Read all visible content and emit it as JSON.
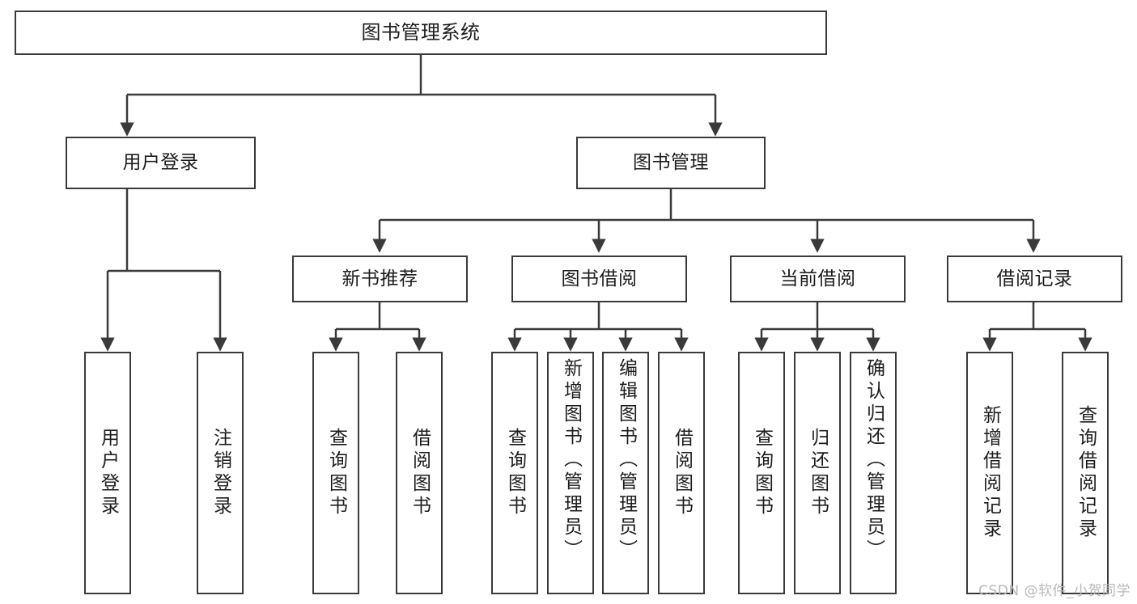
{
  "diagram": {
    "title": "图书管理系统",
    "watermark": "CSDN @软件_小贺同学",
    "stroke_color": "#3a3a3a",
    "background_color": "#ffffff",
    "text_color": "#1d1d1d",
    "nodes": {
      "root": {
        "label": "图书管理系统"
      },
      "level1": [
        {
          "label": "用户登录"
        },
        {
          "label": "图书管理"
        }
      ],
      "level2": [
        {
          "label": "新书推荐"
        },
        {
          "label": "图书借阅"
        },
        {
          "label": "当前借阅"
        },
        {
          "label": "借阅记录"
        }
      ],
      "leaves": {
        "user_login": [
          {
            "label": "用户登录"
          },
          {
            "label": "注销登录"
          }
        ],
        "new_book_recommend": [
          {
            "label": "查询图书"
          },
          {
            "label": "借阅图书"
          }
        ],
        "book_borrow": [
          {
            "label": "查询图书"
          },
          {
            "label": "新增图书（管理员）"
          },
          {
            "label": "编辑图书（管理员）"
          },
          {
            "label": "借阅图书"
          }
        ],
        "current_borrow": [
          {
            "label": "查询图书"
          },
          {
            "label": "归还图书"
          },
          {
            "label": "确认归还（管理员）"
          }
        ],
        "borrow_record": [
          {
            "label": "新增借阅记录"
          },
          {
            "label": "查询借阅记录"
          }
        ]
      }
    }
  }
}
